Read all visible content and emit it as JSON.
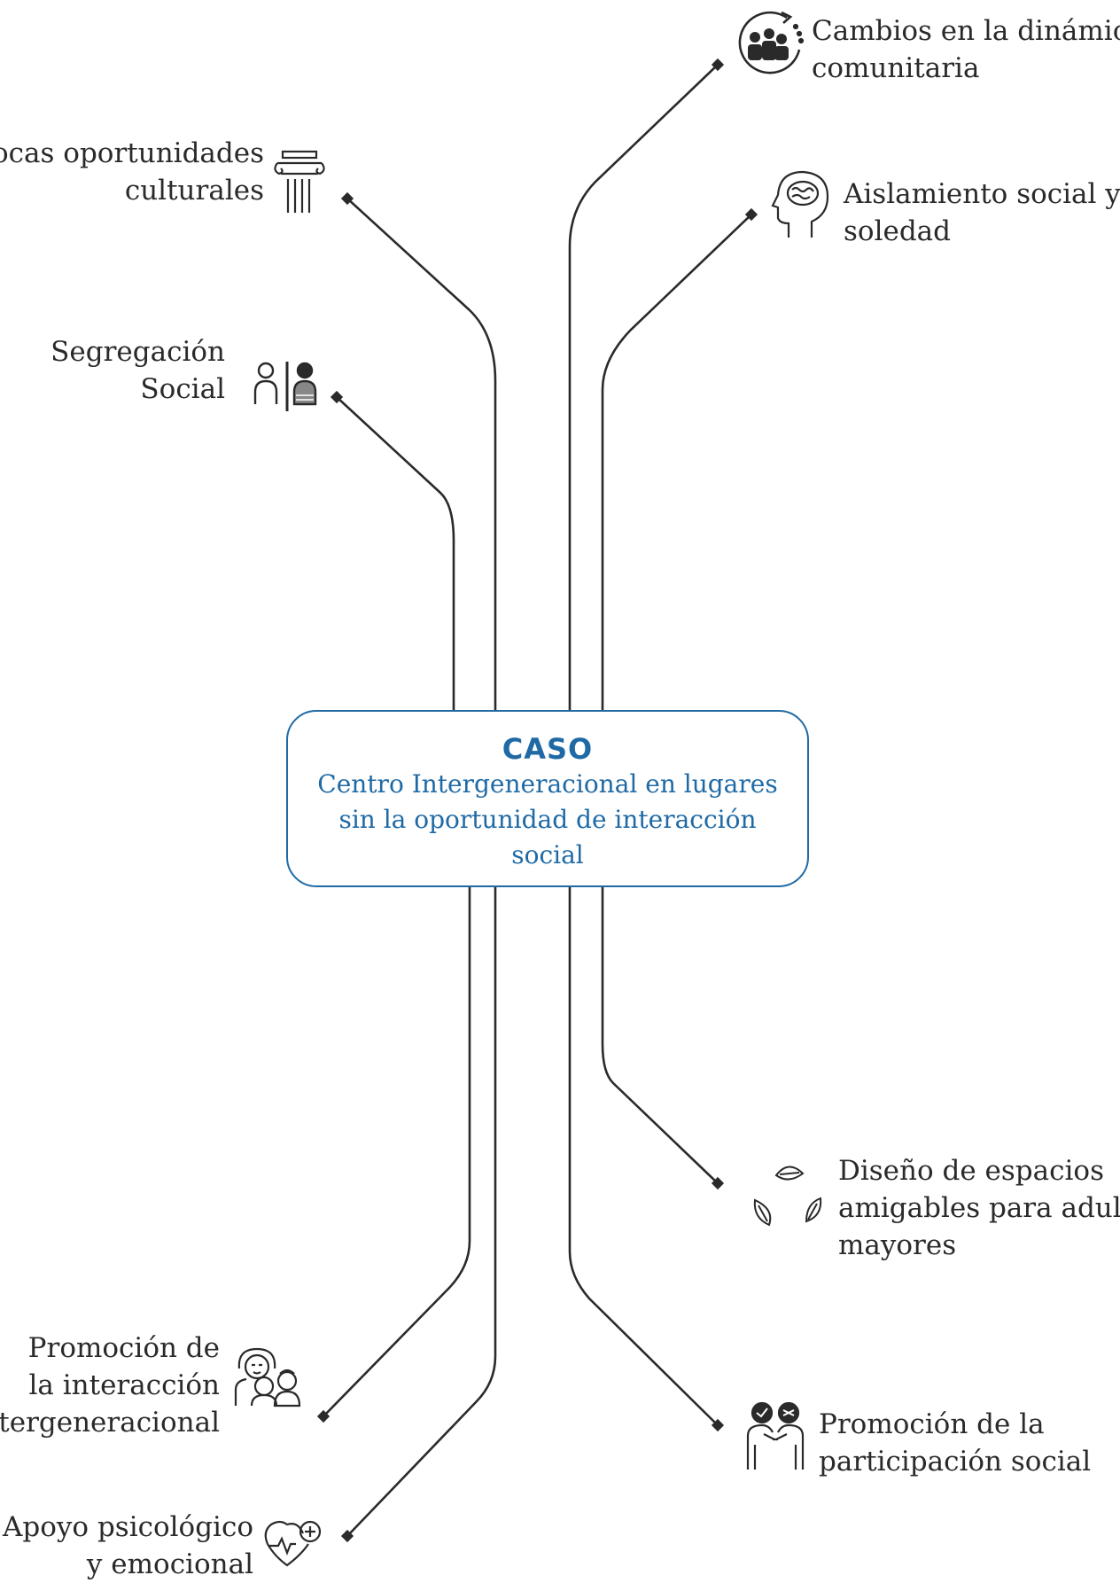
{
  "center": {
    "title": "CASO",
    "description_lines": [
      "Centro Intergeneracional en lugares",
      "sin la oportunidad de interacción",
      "social"
    ]
  },
  "causes": [
    {
      "id": "cultural",
      "lines": [
        "Pocas oportunidades",
        "culturales"
      ],
      "icon": "column-icon"
    },
    {
      "id": "segregation",
      "lines": [
        "Segregación",
        "Social"
      ],
      "icon": "segregation-icon"
    },
    {
      "id": "community",
      "lines": [
        "Cambios en la dinámica",
        "comunitaria"
      ],
      "icon": "community-change-icon"
    },
    {
      "id": "isolation",
      "lines": [
        "Aislamiento social y",
        "soledad"
      ],
      "icon": "head-brain-icon"
    }
  ],
  "solutions": [
    {
      "id": "spaces",
      "lines": [
        "Diseño de espacios",
        "amigables para adultos",
        "mayores"
      ],
      "icon": "leaves-icon"
    },
    {
      "id": "participation",
      "lines": [
        "Promoción de la",
        "participación social"
      ],
      "icon": "people-talking-icon"
    },
    {
      "id": "intergenerational",
      "lines": [
        "Promoción de",
        "la interacción",
        "intergeneracional"
      ],
      "icon": "family-icon"
    },
    {
      "id": "support",
      "lines": [
        "Apoyo psicológico",
        "y emocional"
      ],
      "icon": "heart-plus-icon"
    }
  ],
  "colors": {
    "line": "#2a2a2a",
    "accent": "#1f6aa5",
    "text": "#2a2a2a"
  }
}
